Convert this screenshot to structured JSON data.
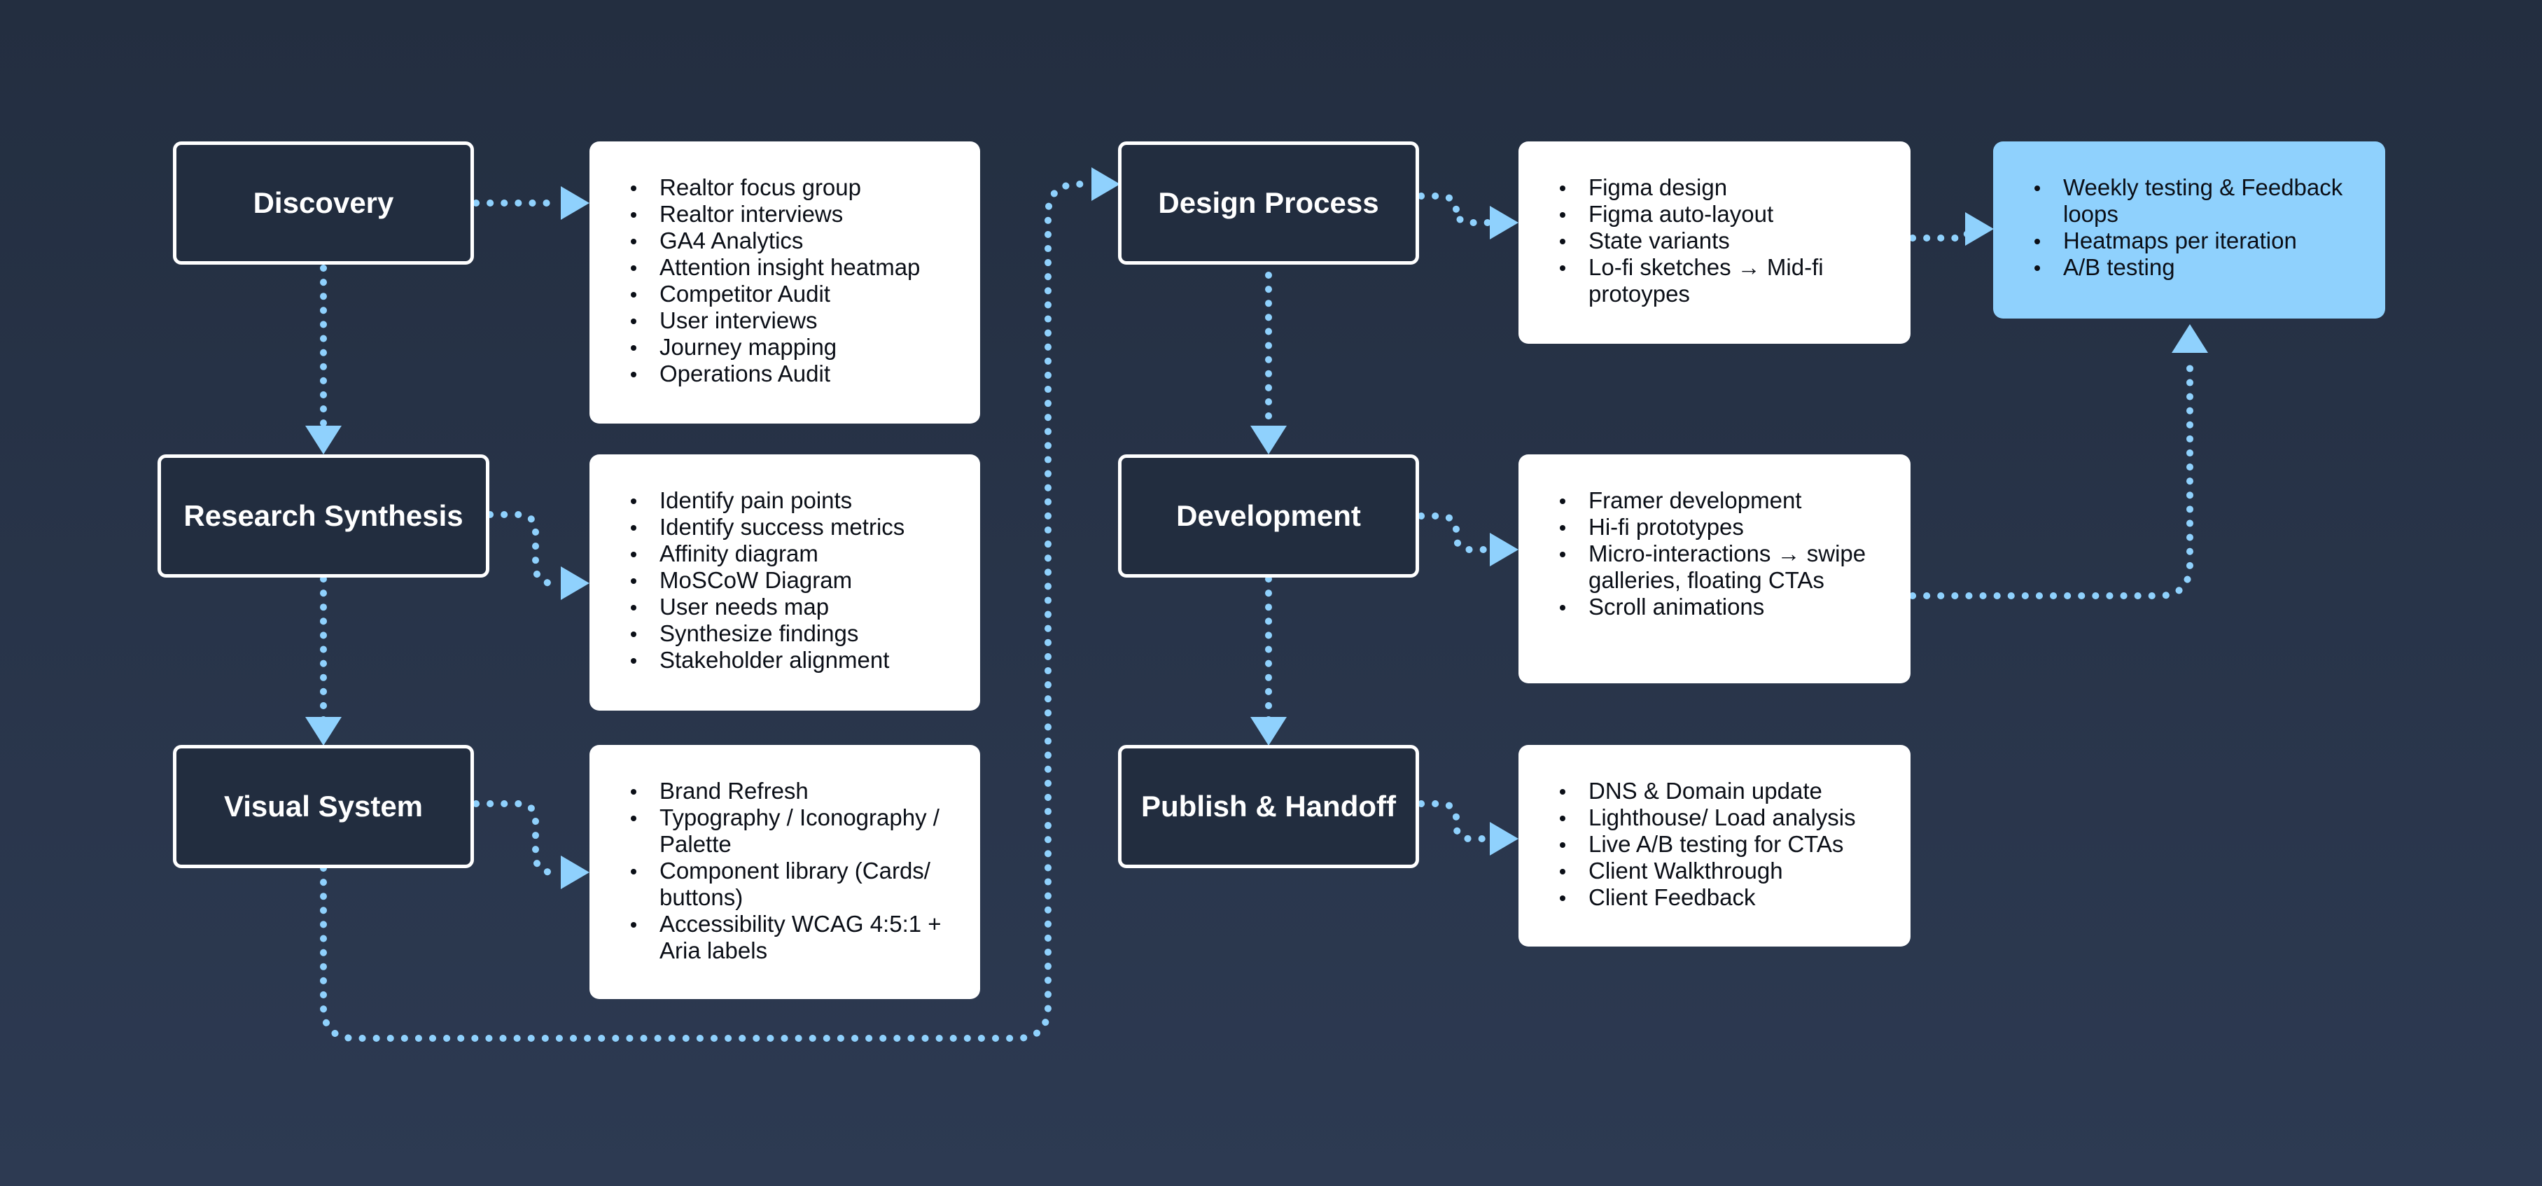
{
  "colors": {
    "background": "#26324a",
    "stage_fill": "#222d3f",
    "stage_border": "#ffffff",
    "card": "#ffffff",
    "accent_card": "#8fd1fd",
    "connector": "#8fd1fd"
  },
  "stages": {
    "discovery": "Discovery",
    "research_synthesis": "Research Synthesis",
    "visual_system": "Visual System",
    "design_process": "Design Process",
    "development": "Development",
    "publish_handoff": "Publish & Handoff"
  },
  "cards": {
    "discovery": [
      "Realtor focus group",
      "Realtor interviews",
      "GA4 Analytics",
      "Attention insight heatmap",
      "Competitor Audit",
      "User interviews",
      "Journey mapping",
      "Operations Audit"
    ],
    "research_synthesis": [
      "Identify pain points",
      "Identify success metrics",
      "Affinity diagram",
      "MoSCoW Diagram",
      "User needs map",
      "Synthesize findings",
      "Stakeholder alignment"
    ],
    "visual_system": [
      "Brand Refresh",
      "Typography / Iconography / Palette",
      "Component library (Cards/ buttons)",
      "Accessibility WCAG 4:5:1 + Aria labels"
    ],
    "design_process": [
      "Figma design",
      "Figma auto-layout",
      "State variants",
      "Lo-fi sketches → Mid-fi protoypes"
    ],
    "development": [
      "Framer development",
      "Hi-fi prototypes",
      "Micro-interactions → swipe galleries, floating CTAs",
      "Scroll animations"
    ],
    "publish_handoff": [
      "DNS & Domain update",
      "Lighthouse/ Load analysis",
      "Live A/B testing for CTAs",
      "Client Walkthrough",
      "Client Feedback"
    ],
    "testing": [
      "Weekly testing & Feedback loops",
      "Heatmaps per iteration",
      "A/B testing"
    ]
  }
}
